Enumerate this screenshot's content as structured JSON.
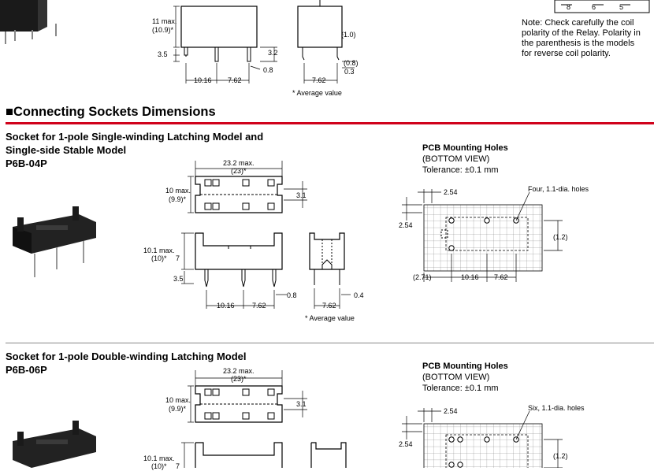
{
  "top": {
    "dims": {
      "height_max": "11 max.",
      "height_avg": "(10.9)*",
      "d35": "3.5",
      "d32": "3.2",
      "d08": "0.8",
      "p1": "10.16",
      "p2": "7.62",
      "side_10": "(1.0)",
      "side_08": "(0.8)",
      "side_03": "0.3",
      "side_762": "7.62",
      "avg_note": "* Average value"
    },
    "pins": {
      "p8": "8",
      "p6": "6",
      "p5": "5"
    },
    "note": {
      "l1": "Note: Check carefully the coil",
      "l2": "polarity of the Relay. Polarity in",
      "l3": "the parenthesis is the models",
      "l4": "for reverse coil polarity."
    }
  },
  "section": {
    "marker": "■",
    "title": "Connecting Sockets Dimensions"
  },
  "s1": {
    "line1": "Socket for 1-pole Single-winding Latching Model and",
    "line2": "Single-side Stable Model",
    "model": "P6B-04P",
    "dims": {
      "w_max": "23.2 max.",
      "w_avg": "(23)*",
      "h_max": "10 max.",
      "h_avg": "(9.9)*",
      "d31": "3.1",
      "hh_max": "10.1 max.",
      "hh_avg": "(10)*",
      "d7": "7",
      "d35": "3.5",
      "p1": "10.16",
      "p2": "7.62",
      "d08": "0.8",
      "s762": "7.62",
      "s04": "0.4",
      "avg_note": "* Average value"
    },
    "holes": {
      "title": "PCB Mounting Holes",
      "view": "(BOTTOM VIEW)",
      "tol": "Tolerance: ±0.1 mm",
      "d254a": "2.54",
      "d254b": "2.54",
      "hole_label": "Four, 1.1-dia. holes",
      "d12": "(1.2)",
      "d271": "(2.71)",
      "p1": "10.16",
      "p2": "7.62"
    }
  },
  "s2": {
    "line1": "Socket for 1-pole Double-winding Latching Model",
    "model": "P6B-06P",
    "dims": {
      "w_max": "23.2 max.",
      "w_avg": "(23)*",
      "h_max": "10 max.",
      "h_avg": "(9.9)*",
      "d31": "3.1",
      "hh_max": "10.1 max.",
      "hh_avg": "(10)*",
      "d7": "7"
    },
    "holes": {
      "title": "PCB Mounting Holes",
      "view": "(BOTTOM VIEW)",
      "tol": "Tolerance: ±0.1 mm",
      "d254a": "2.54",
      "d254b": "2.54",
      "hole_label": "Six, 1.1-dia. holes",
      "d12": "(1.2)"
    }
  }
}
